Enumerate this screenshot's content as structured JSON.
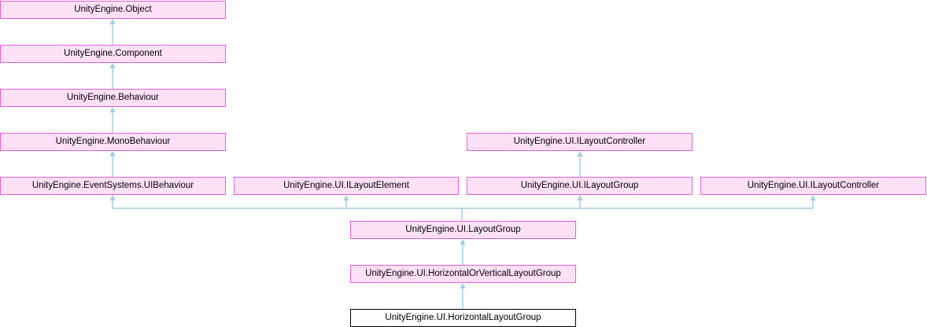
{
  "diagram": {
    "kind": "class-inheritance-graph",
    "nodes": [
      {
        "label": "UnityEngine.Object"
      },
      {
        "label": "UnityEngine.Component"
      },
      {
        "label": "UnityEngine.Behaviour"
      },
      {
        "label": "UnityEngine.MonoBehaviour"
      },
      {
        "label": "UnityEngine.UI.ILayoutController"
      },
      {
        "label": "UnityEngine.EventSystems.UIBehaviour"
      },
      {
        "label": "UnityEngine.UI.ILayoutElement"
      },
      {
        "label": "UnityEngine.UI.ILayoutGroup"
      },
      {
        "label": "UnityEngine.UI.ILayoutController"
      },
      {
        "label": "UnityEngine.UI.LayoutGroup"
      },
      {
        "label": "UnityEngine.UI.HorizontalOrVerticalLayoutGroup"
      },
      {
        "label": "UnityEngine.UI.HorizontalLayoutGroup"
      }
    ],
    "edges": [
      {
        "child": "UnityEngine.Component",
        "parents": [
          "UnityEngine.Object"
        ]
      },
      {
        "child": "UnityEngine.Behaviour",
        "parents": [
          "UnityEngine.Component"
        ]
      },
      {
        "child": "UnityEngine.MonoBehaviour",
        "parents": [
          "UnityEngine.Behaviour"
        ]
      },
      {
        "child": "UnityEngine.EventSystems.UIBehaviour",
        "parents": [
          "UnityEngine.MonoBehaviour"
        ]
      },
      {
        "child": "UnityEngine.UI.ILayoutGroup",
        "parents": [
          "UnityEngine.UI.ILayoutController"
        ]
      },
      {
        "child": "UnityEngine.UI.LayoutGroup",
        "parents": [
          "UnityEngine.EventSystems.UIBehaviour",
          "UnityEngine.UI.ILayoutElement",
          "UnityEngine.UI.ILayoutGroup",
          "UnityEngine.UI.ILayoutController"
        ]
      },
      {
        "child": "UnityEngine.UI.HorizontalOrVerticalLayoutGroup",
        "parents": [
          "UnityEngine.UI.LayoutGroup"
        ]
      },
      {
        "child": "UnityEngine.UI.HorizontalLayoutGroup",
        "parents": [
          "UnityEngine.UI.HorizontalOrVerticalLayoutGroup"
        ]
      }
    ],
    "colors": {
      "node_fill": "#FFE1F7",
      "node_border": "#EE5ED5",
      "target_node_fill": "#FFFFFF",
      "target_node_border": "#000000",
      "edge": "#A3CBE3",
      "text": "#000000",
      "background": "#FFFFFF"
    }
  }
}
